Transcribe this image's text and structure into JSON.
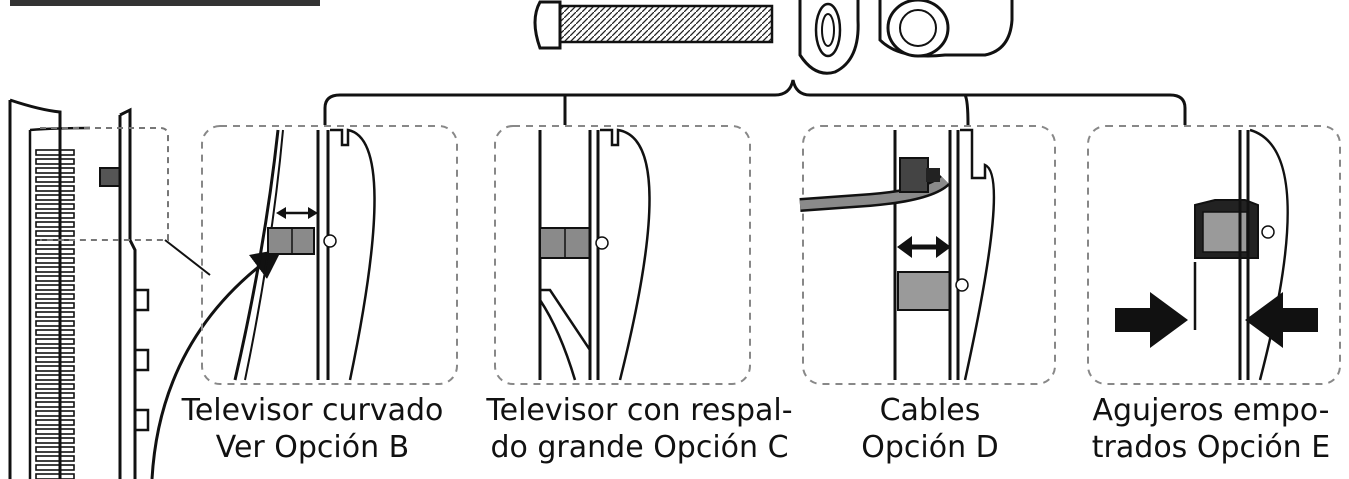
{
  "captions": {
    "option_b": {
      "line1": "Televisor curvado",
      "line2": "Ver Opción B"
    },
    "option_c": {
      "line1": "Televisor con respal-",
      "line2": "do grande Opción C"
    },
    "option_d": {
      "line1": "Cables",
      "line2": "Opción D"
    },
    "option_e": {
      "line1": "Agujeros empo-",
      "line2": "trados Opción E"
    }
  },
  "colors": {
    "stroke": "#111111",
    "dash": "#888888",
    "fill_gray": "#9a9a9a",
    "fill_dark": "#222222"
  },
  "icons": [
    "screw-icon",
    "washer-icon",
    "spacer-icon",
    "double-arrow-icon",
    "arrow-icon"
  ]
}
